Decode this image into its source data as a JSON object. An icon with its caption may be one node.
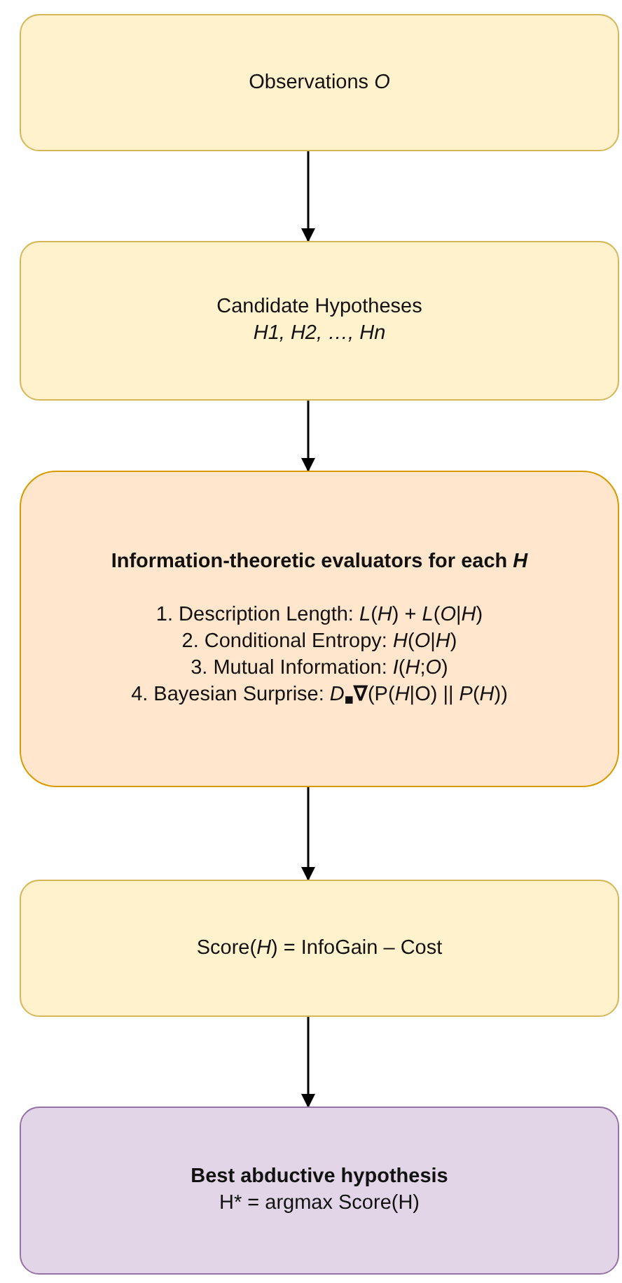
{
  "diagram": {
    "nodes": [
      {
        "text": [
          "Observations *O*"
        ]
      },
      {
        "text": [
          "Candidate Hypotheses",
          "*H1, H2, …, Hn*"
        ]
      },
      {
        "text": [
          "Information-theoretic evaluators for each *H*",
          "1. Description Length: *L*(*H*) + *L*(*O*|*H*)",
          "2. Conditional Entropy: *H*(*O*|*H*)",
          "3. Mutual Information: *I*(*H*;*O*)",
          "4. Bayesian Surprise: *D*$_{■}$**∇**(P(*H*|O) || *P*(*H*))"
        ]
      },
      {
        "text": [
          "Score(*H*) = InfoGain – Cost"
        ]
      },
      {
        "text": [
          "Best abductive hypothesis",
          "H* = argmax Score(H)"
        ]
      }
    ],
    "edges": [
      {
        "from": 0,
        "to": 1,
        "arrow": "to"
      },
      {
        "from": 1,
        "to": 2,
        "arrow": "to"
      },
      {
        "from": 2,
        "to": 3,
        "arrow": "to"
      },
      {
        "from": 3,
        "to": 4,
        "arrow": "to"
      }
    ]
  }
}
